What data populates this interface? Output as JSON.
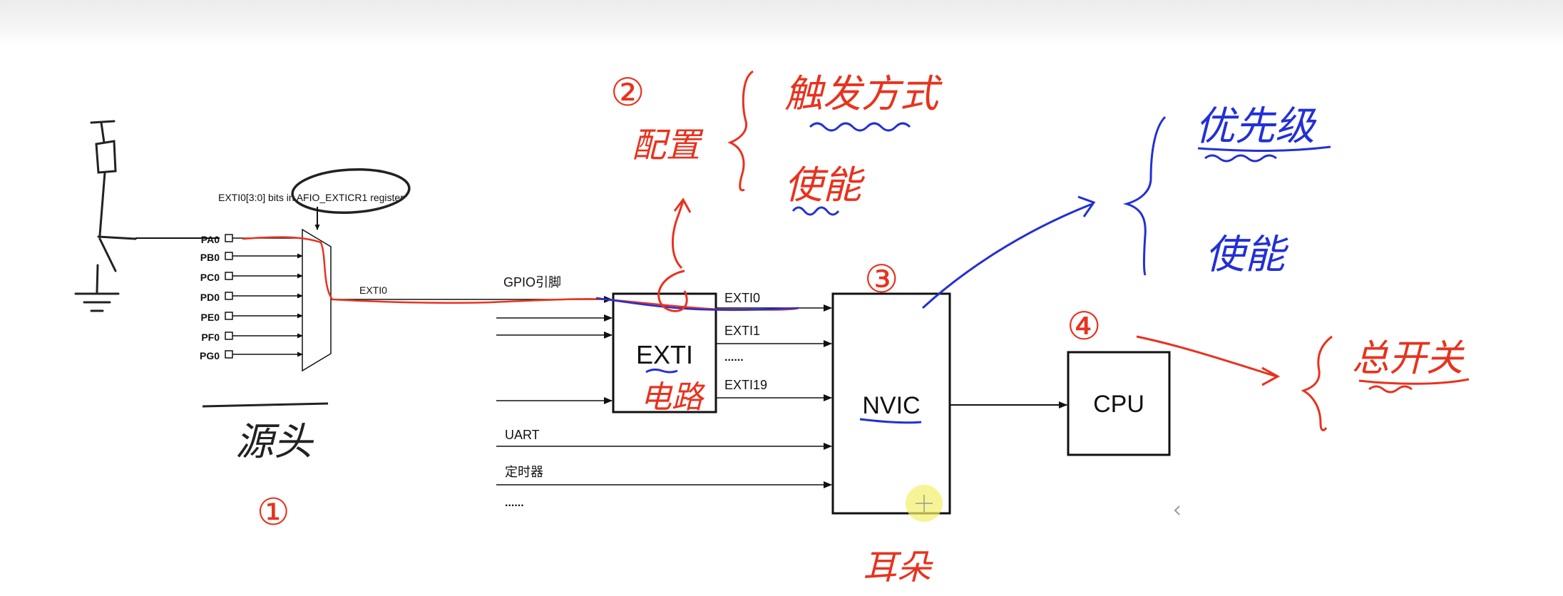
{
  "diagram": {
    "mux": {
      "control_label": "EXTI0[3:0] bits in AFIO_EXTICR1 register",
      "inputs": [
        "PA0",
        "PB0",
        "PC0",
        "PD0",
        "PE0",
        "PF0",
        "PG0"
      ],
      "output_label": "EXTI0"
    },
    "gpio_label": "GPIO引脚",
    "exti": {
      "label": "EXTI",
      "outputs": [
        "EXTI0",
        "EXTI1",
        "......",
        "EXTI19"
      ]
    },
    "other_sources": [
      "UART",
      "定时器",
      "......"
    ],
    "nvic_label": "NVIC",
    "cpu_label": "CPU"
  },
  "annotations": {
    "step1": {
      "number": "①",
      "text": "源头"
    },
    "step2": {
      "number": "②",
      "text": "配置",
      "items": [
        "触发方式",
        "使能"
      ]
    },
    "exti_note": "电路",
    "step3": {
      "number": "③",
      "items": [
        "优先级",
        "使能"
      ],
      "below": "耳朵"
    },
    "step4": {
      "number": "④",
      "text": "总开关"
    }
  },
  "colors": {
    "red_ink": "#e8321e",
    "blue_ink": "#2230d6",
    "black_ink": "#222222",
    "diagram_line": "#111111"
  }
}
